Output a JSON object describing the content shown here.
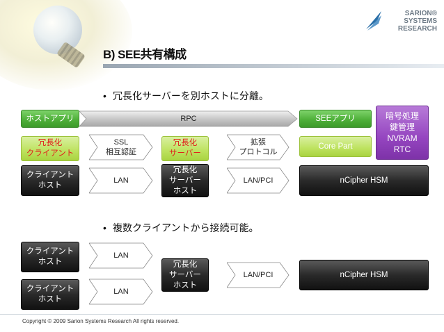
{
  "logo": {
    "line1": "SARION®",
    "line2": "SYSTEMS",
    "line3": "RESEARCH"
  },
  "title": "B) SEE共有構成",
  "bullets": [
    "冗長化サーバーを別ホストに分離。",
    "複数クライアントから接続可能。"
  ],
  "diagram1": {
    "host_app": "ホストアプリ",
    "rpc": "RPC",
    "see_app": "SEEアプリ",
    "crypto_box": "暗号処理\n鍵管理\nNVRAM\nRTC",
    "redundant_client": "冗長化\nクライアント",
    "ssl": "SSL\n相互認証",
    "redundant_server": "冗長化\nサーバー",
    "extension_protocol": "拡張\nプロトコル",
    "core_part": "Core Part",
    "client_host": "クライアント\nホスト",
    "lan": "LAN",
    "redundant_server_host": "冗長化\nサーバー\nホスト",
    "lan_pci": "LAN/PCI",
    "ncipher_hsm": "nCipher HSM"
  },
  "diagram2": {
    "client_host_1": "クライアント\nホスト",
    "client_host_2": "クライアント\nホスト",
    "lan_1": "LAN",
    "lan_2": "LAN",
    "redundant_server_host": "冗長化\nサーバー\nホスト",
    "lan_pci": "LAN/PCI",
    "ncipher_hsm": "nCipher HSM"
  },
  "footer": "Copyright © 2009 Sarion Systems Research All rights reserved.",
  "colors": {
    "green": "#4fb03a",
    "light_green": "#bde25e",
    "dark": "#222222",
    "purple": "#9545c0",
    "red_text": "#e0201a"
  }
}
